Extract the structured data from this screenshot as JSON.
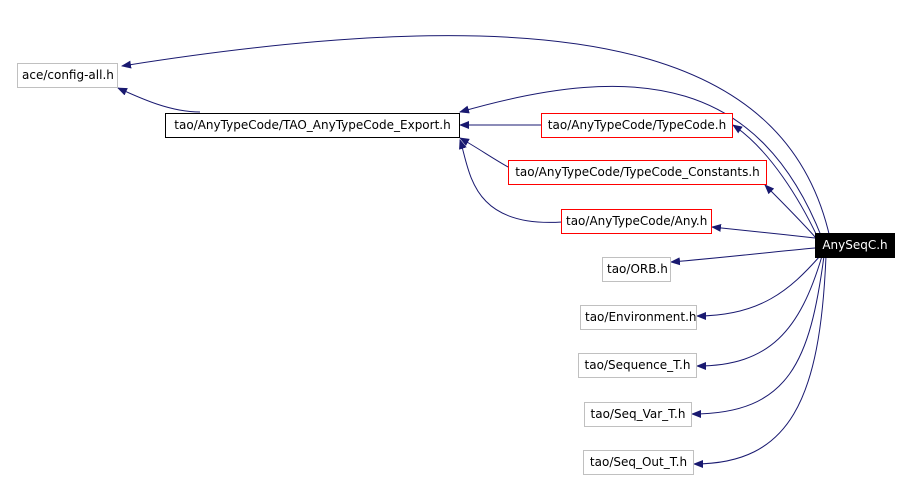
{
  "colors": {
    "edge": "#191970",
    "red_border": "#ff0000",
    "gray_border": "#c0c0c0",
    "root_bg": "#000000"
  },
  "nodes": {
    "ace_config_all": "ace/config-all.h",
    "tao_export": "tao/AnyTypeCode/TAO_AnyTypeCode_Export.h",
    "typecode": "tao/AnyTypeCode/TypeCode.h",
    "typecode_constants": "tao/AnyTypeCode/TypeCode_Constants.h",
    "any": "tao/AnyTypeCode/Any.h",
    "anyseqc": "AnySeqC.h",
    "orb": "tao/ORB.h",
    "environment": "tao/Environment.h",
    "sequence_t": "tao/Sequence_T.h",
    "seq_var_t": "tao/Seq_Var_T.h",
    "seq_out_t": "tao/Seq_Out_T.h"
  }
}
